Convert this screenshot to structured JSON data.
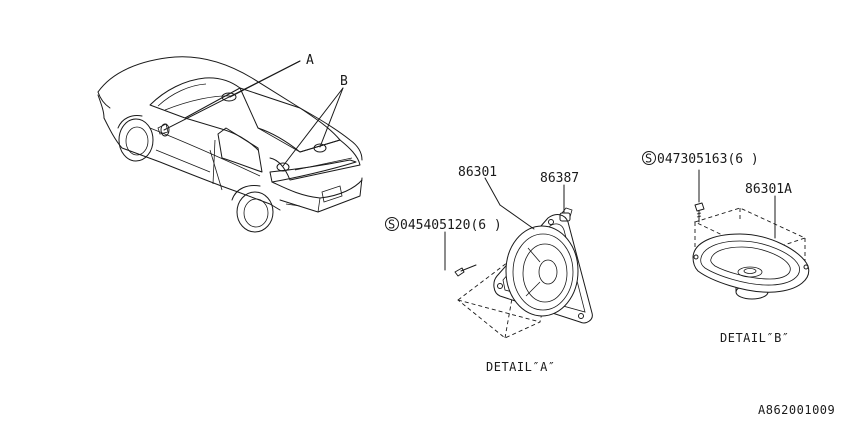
{
  "callouts": {
    "a": "A",
    "b": "B"
  },
  "detail_a": {
    "part_speaker": "86301",
    "part_clip": "86387",
    "screw_symbol": "S",
    "screw": "045405120(6 )",
    "caption": "DETAIL″A″"
  },
  "detail_b": {
    "screw_symbol": "S",
    "screw": "047305163(6 )",
    "part_speaker": "86301A",
    "caption": "DETAIL″B″"
  },
  "diagram_id": "A862001009"
}
